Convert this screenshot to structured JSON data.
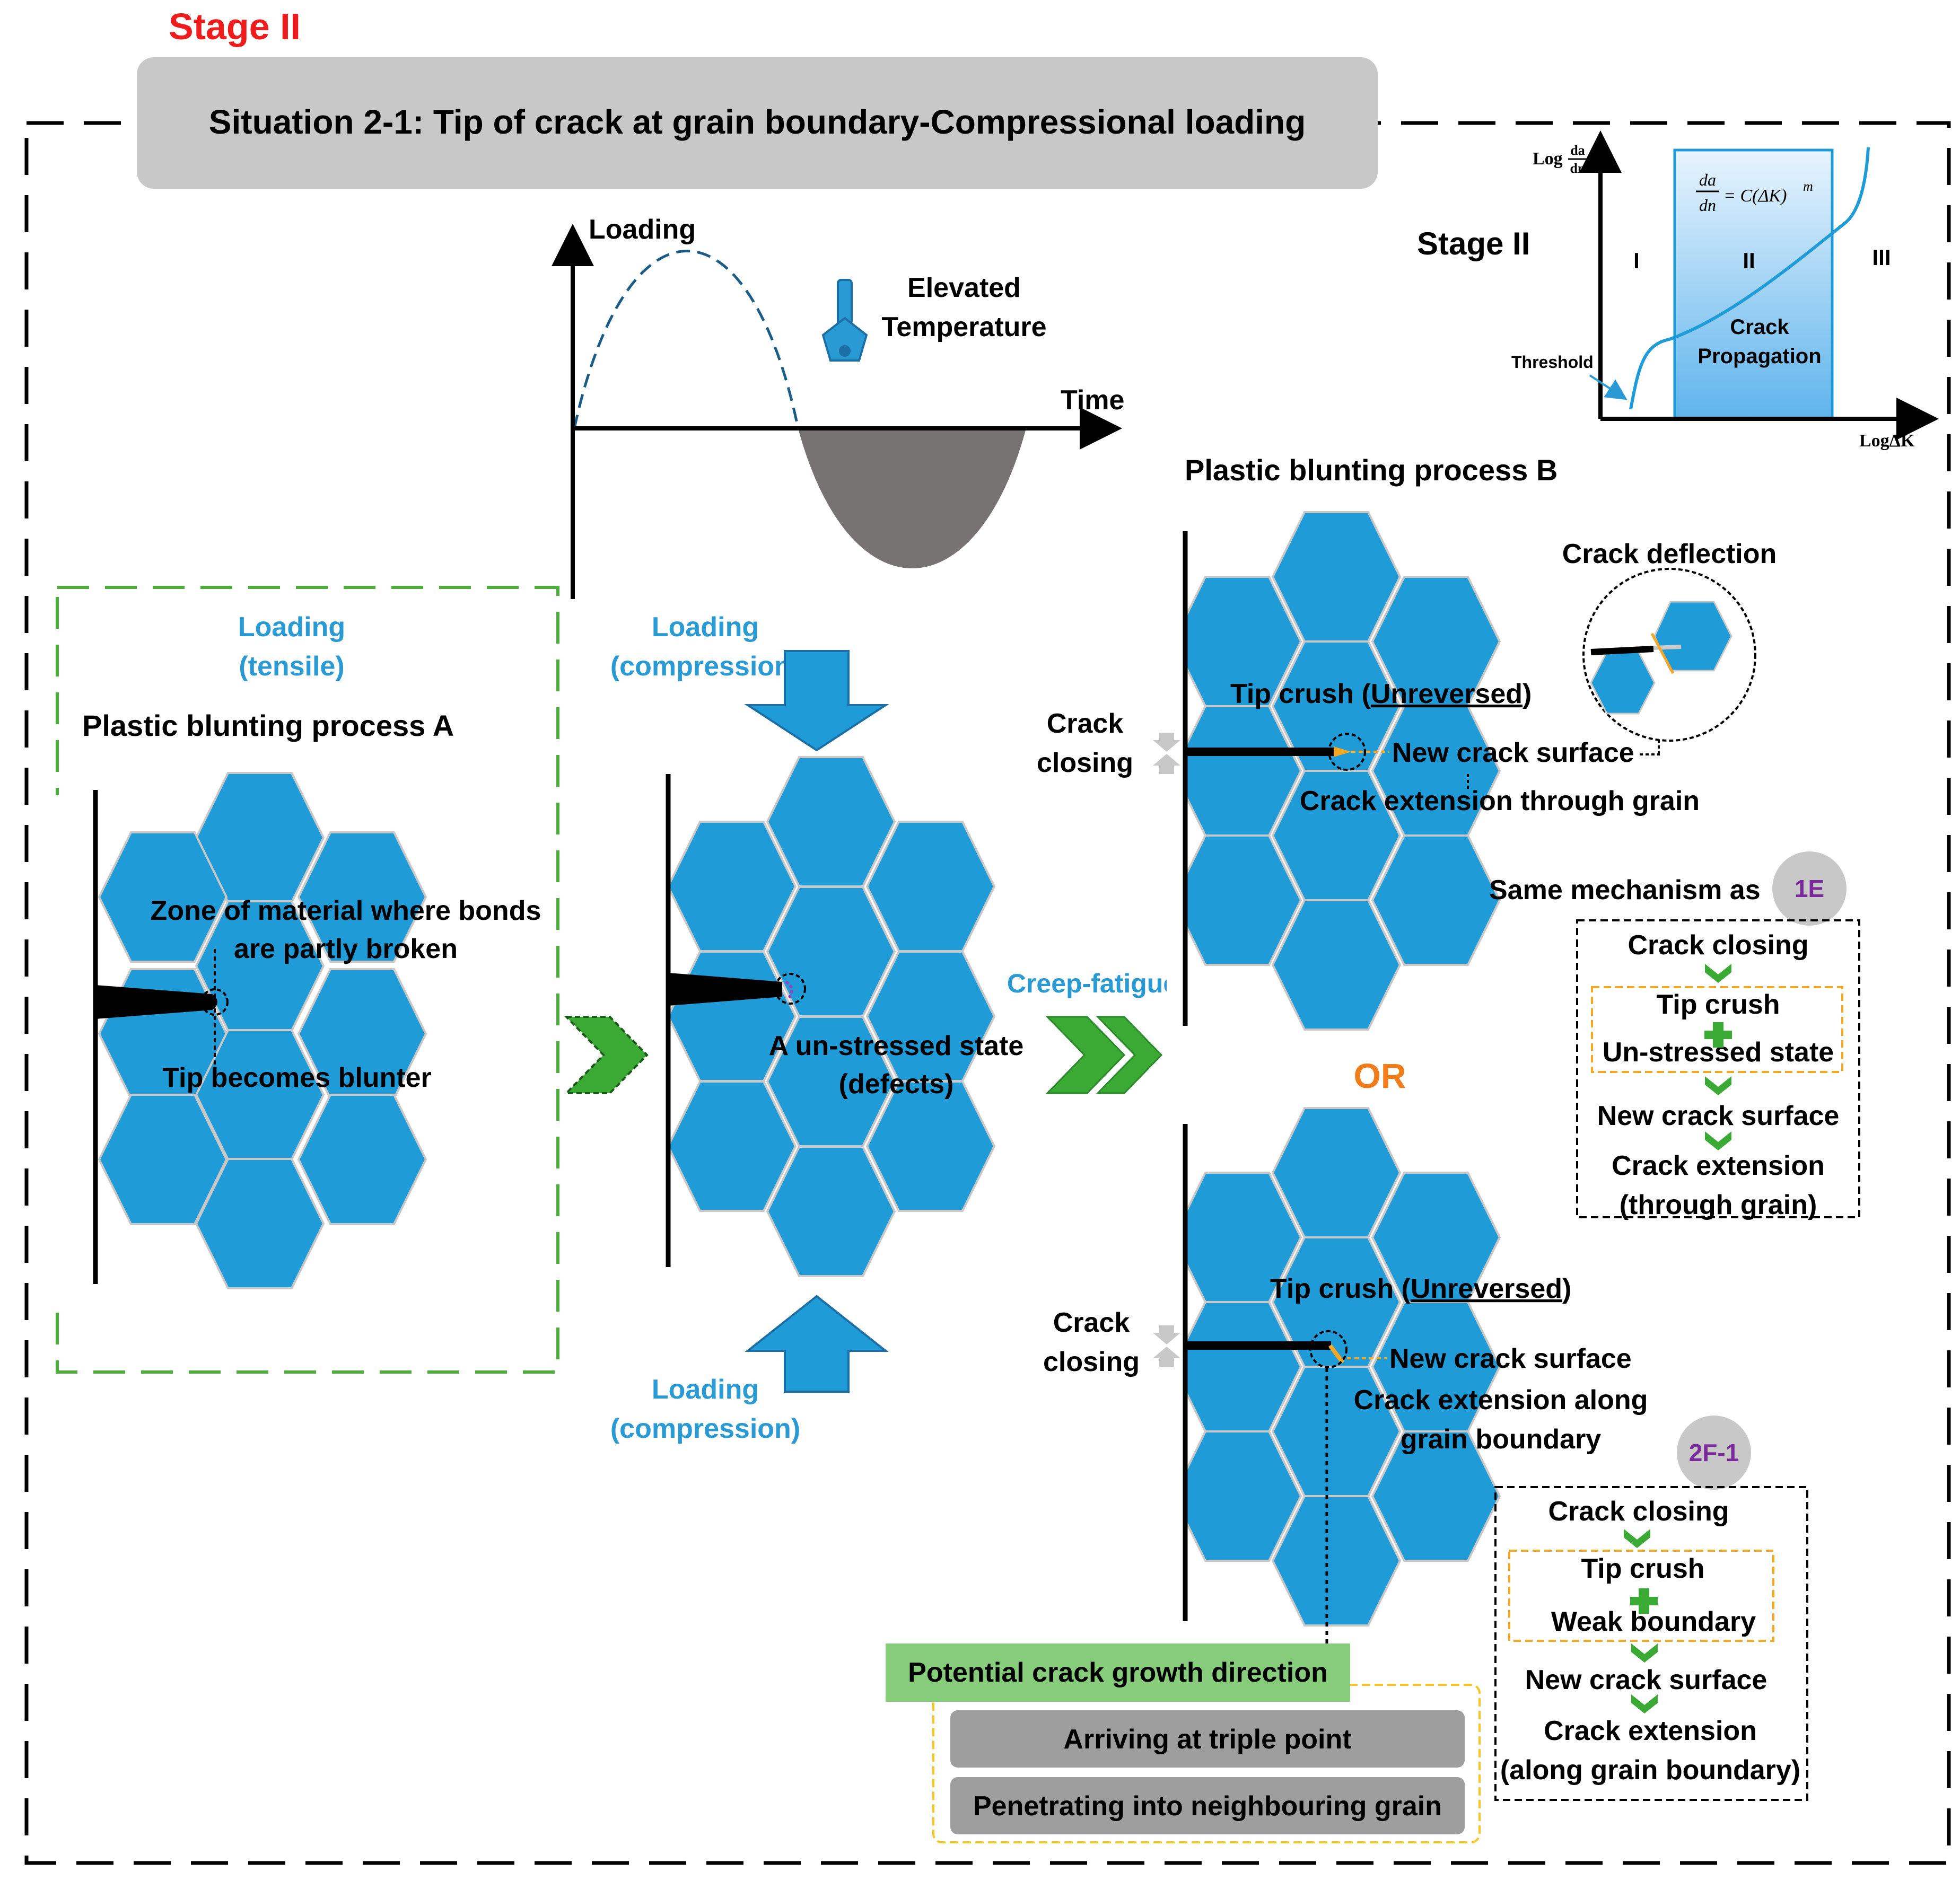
{
  "colors": {
    "grain": "#1f9bd7",
    "grain_edge": "#c8c8c8",
    "blue_text": "#2a9ad4",
    "green_arrow": "#3aaa35",
    "green_box_border": "#4cae3a",
    "orange_accent": "#f5a623",
    "or_text": "#f07c1a",
    "stage_red": "#ee1c1c",
    "purple_badge": "#7a2a9a",
    "title_bg": "#c8c8c8",
    "gray_box": "#9e9e9e",
    "potential_bg": "#86cc7b"
  },
  "header": {
    "stage": "Stage II",
    "title": "Situation 2-1: Tip of crack at grain boundary-Compressional loading"
  },
  "loading_graph": {
    "y_label": "Loading",
    "x_label": "Time",
    "temp_line1": "Elevated",
    "temp_line2": "Temperature",
    "icon": "thermometer-icon"
  },
  "inset": {
    "stage_label": "Stage II",
    "y_label_prefix": "Log",
    "y_frac_num": "da",
    "y_frac_den": "dn",
    "x_label": "LogΔK",
    "eq_num": "da",
    "eq_den": "dn",
    "eq_rhs": "= C(ΔK)",
    "eq_exp": "m",
    "region1": "I",
    "region2": "II",
    "region3": "III",
    "region_text1": "Crack",
    "region_text2": "Propagation",
    "threshold": "Threshold"
  },
  "process_a": {
    "loading1": "Loading",
    "loading2": "(tensile)",
    "title": "Plastic blunting process A",
    "zone1": "Zone of material where bonds",
    "zone2": "are partly broken",
    "tip": "Tip becomes blunter"
  },
  "middle": {
    "top1": "Loading",
    "top2": "(compression)",
    "bottom1": "Loading",
    "bottom2": "(compression)",
    "state1": "A un-stressed state",
    "state2": "(defects)",
    "creep": "Creep-fatigue"
  },
  "process_b_top": {
    "title": "Plastic blunting process B",
    "deflection": "Crack deflection",
    "closing1": "Crack",
    "closing2": "closing",
    "tip_prefix": "Tip crush (",
    "tip_under": "Unreversed",
    "tip_suffix": ")",
    "new_surface": "New crack surface",
    "extension": "Crack extension through grain",
    "same": "Same mechanism as",
    "badge": "1E",
    "flow": [
      "Crack closing",
      "Tip crush",
      "Un-stressed state",
      "New crack surface",
      "Crack extension",
      "(through grain)"
    ]
  },
  "or_label": "OR",
  "process_b_bottom": {
    "closing1": "Crack",
    "closing2": "closing",
    "tip_prefix": "Tip crush (",
    "tip_under": "Unreversed",
    "tip_suffix": ")",
    "new_surface": "New crack surface",
    "ext1": "Crack extension along",
    "ext2": "grain boundary",
    "badge": "2F-1",
    "flow": [
      "Crack closing",
      "Tip crush",
      "Weak boundary",
      "New crack surface",
      "Crack extension",
      "(along grain boundary)"
    ]
  },
  "potential": {
    "title": "Potential crack growth direction",
    "opt1": "Arriving at triple point",
    "opt2": "Penetrating into neighbouring grain"
  }
}
